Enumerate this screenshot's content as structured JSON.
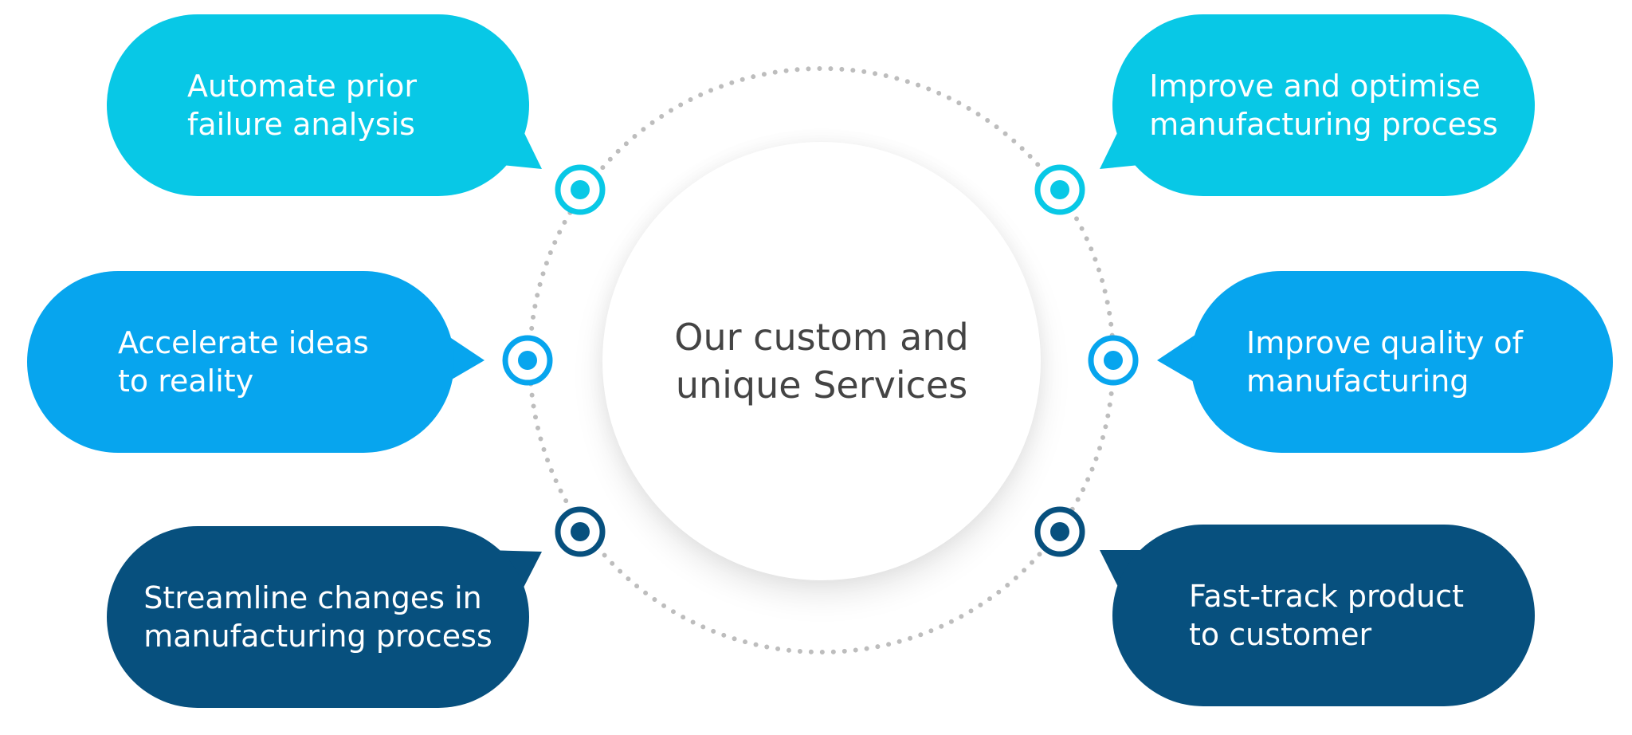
{
  "center": {
    "title": "Our custom and unique Services"
  },
  "services": [
    {
      "label": "Automate prior\nfailure analysis",
      "color": "#08C8E6"
    },
    {
      "label": "Accelerate ideas\nto reality",
      "color": "#07A5EE"
    },
    {
      "label": "Streamline changes in\nmanufacturing  process",
      "color": "#07507E"
    },
    {
      "label": "Improve and optimise\nmanufacturing process",
      "color": "#08C8E6"
    },
    {
      "label": "Improve quality of\nmanufacturing",
      "color": "#07A5EE"
    },
    {
      "label": "Fast-track product\nto customer",
      "color": "#07507E"
    }
  ],
  "colors": {
    "ring_dots": "#BDBDBD",
    "center_text": "#444444"
  }
}
